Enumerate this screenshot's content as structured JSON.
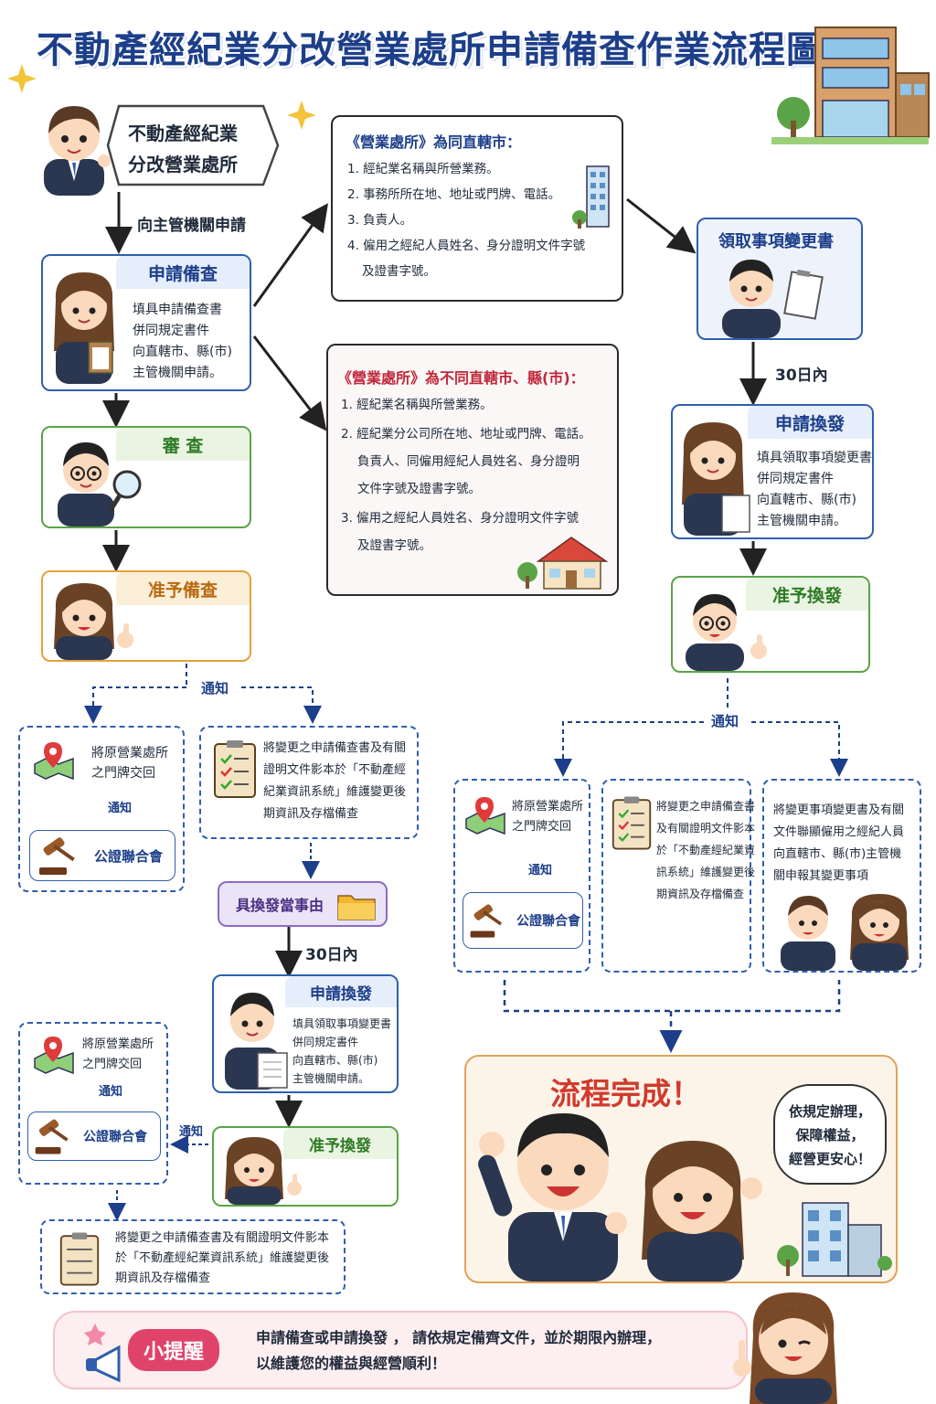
{
  "title": "不動產經紀業分改營業處所申請備查作業流程圖",
  "start": {
    "line1": "不動產經紀業",
    "line2": "分改營業處所"
  },
  "to_authority": "向主管機關申請",
  "apply": {
    "heading": "申請備查",
    "lines": [
      "填具申請備查書",
      "併同規定書件",
      "向直轄市、縣(市)",
      "主管機關申請。"
    ]
  },
  "review": {
    "heading": "審 查"
  },
  "approve": {
    "heading": "准予備查"
  },
  "same_city": {
    "title": "《營業處所》為同直轄市：",
    "items": [
      "1. 經紀業名稱與所營業務。",
      "2. 事務所所在地、地址或門牌、電話。",
      "3. 負責人。",
      "4. 僱用之經紀人員姓名、身分證明文件字號",
      "及證書字號。"
    ]
  },
  "diff_city": {
    "title": "《營業處所》為不同直轄市、縣(市)：",
    "items": [
      "1. 經紀業名稱與所營業務。",
      "2. 經紀業分公司所在地、地址或門牌、電話。",
      "負責人、同僱用經紀人員姓名、身分證明",
      "文件字號及證書字號。",
      "3. 僱用之經紀人員姓名、身分證明文件字號",
      "及證書字號。"
    ]
  },
  "notify": "通知",
  "left_plate": {
    "lines": [
      "將原營業處所",
      "之門牌交回"
    ],
    "notify": "通知",
    "court": "公證聯合會"
  },
  "left_system": {
    "lines": [
      "將變更之申請備查書及有關",
      "證明文件影本於「不動產經",
      "紀業資訊系統」維護變更後",
      "期資訊及存檔備查"
    ]
  },
  "reissue_reason": "具換發當事由",
  "days30": "30日內",
  "apply_reissue_left": {
    "heading": "申請換發",
    "lines": [
      "填具領取事項變更書",
      "併同規定書件",
      "向直轄市、縣(市)",
      "主管機關申請。"
    ]
  },
  "approve_reissue_left": {
    "heading": "准予換發"
  },
  "bottom_plate": {
    "lines": [
      "將原營業處所",
      "之門牌交回"
    ],
    "notify": "通知",
    "court": "公證聯合會",
    "side_notify": "通知"
  },
  "bottom_system": {
    "lines": [
      "將變更之申請備查書及有關證明文件影本",
      "於「不動產經紀業資訊系統」維護變更後",
      "期資訊及存檔備查"
    ]
  },
  "receive_change": {
    "heading": "領取事項變更書"
  },
  "days30_right": "30日內",
  "apply_reissue_right": {
    "heading": "申請換發",
    "lines": [
      "填具領取事項變更書",
      "併同規定書件",
      "向直轄市、縣(市)",
      "主管機關申請。"
    ]
  },
  "approve_reissue_right": {
    "heading": "准予換發"
  },
  "right_notify": "通知",
  "right_plate": {
    "lines": [
      "將原營業處所",
      "之門牌交回"
    ],
    "notify": "通知",
    "court": "公證聯合會"
  },
  "right_system": {
    "lines": [
      "將變更之申請備查書",
      "及有關證明文件影本",
      "於「不動產經紀業資",
      "訊系統」維護變更後",
      "期資訊及存檔備查"
    ]
  },
  "right_report": {
    "lines": [
      "將變更事項變更書及有關",
      "文件聯顯僱用之經紀人員",
      "向直轄市、縣(市)主管機",
      "關申報其變更事項"
    ]
  },
  "complete": {
    "title": "流程完成！",
    "bubble": [
      "依規定辦理，",
      "保障權益，",
      "經營更安心！"
    ]
  },
  "tip": {
    "badge": "小提醒",
    "lines": [
      "申請備查或申請換發 ， 請依規定備齊文件，並於期限內辦理，",
      "以維護您的權益與經營順利！"
    ]
  },
  "colors": {
    "blue": "#2f5fae",
    "green": "#5aa447",
    "orange": "#e3a23a",
    "red": "#c0283a",
    "purple": "#8a6cc3"
  }
}
